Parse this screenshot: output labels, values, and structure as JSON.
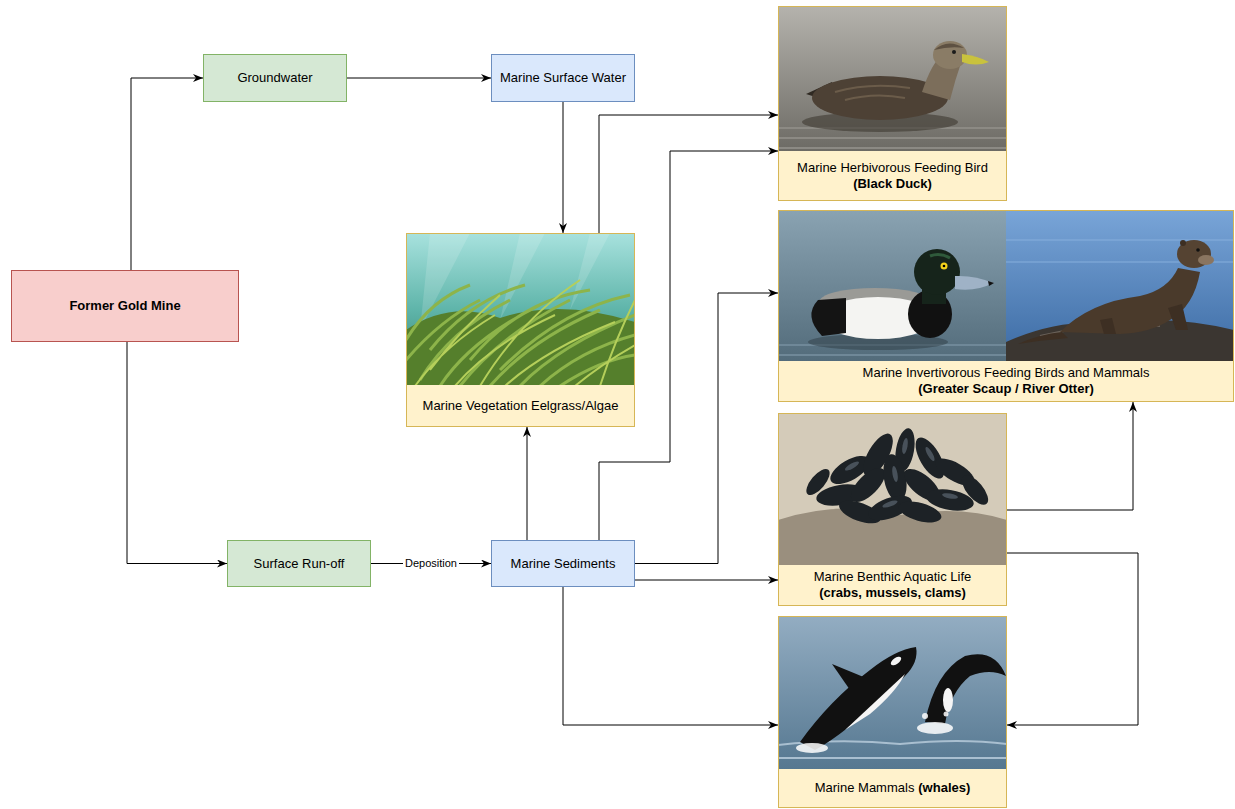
{
  "diagram": {
    "nodes": [
      {
        "text": [
          "Former Gold Mine"
        ]
      },
      {
        "text": [
          "Groundwater"
        ]
      },
      {
        "text": [
          "Marine Surface Water"
        ]
      },
      {
        "text": [
          "Marine Vegetation Eelgrass/Algae"
        ]
      },
      {
        "text": [
          "Surface Run-off"
        ]
      },
      {
        "text": [
          "Marine Sediments"
        ]
      },
      {
        "text": [
          "Marine Herbivorous Feeding Bird",
          "(Black Duck)"
        ]
      },
      {
        "text": [
          "Marine Invertivorous Feeding Birds and Mammals",
          "(Greater Scaup / River Otter)"
        ]
      },
      {
        "text": [
          "Marine Benthic Aquatic Life",
          "(crabs, mussels, clams)"
        ]
      },
      {
        "text": [
          "Marine Mammals",
          "(whales)"
        ]
      }
    ],
    "edges": [
      {
        "from": 0,
        "to": 1,
        "arrow": "to"
      },
      {
        "from": 1,
        "to": 2,
        "arrow": "to"
      },
      {
        "from": 2,
        "to": 3,
        "arrow": "to"
      },
      {
        "from": 0,
        "to": 4,
        "arrow": "to"
      },
      {
        "from": 4,
        "to": 5,
        "label": "Deposition",
        "arrow": "to"
      },
      {
        "from": 5,
        "to": 3,
        "arrow": "to"
      },
      {
        "from": 3,
        "to": 6,
        "arrow": "to"
      },
      {
        "from": 5,
        "to": 6,
        "arrow": "to"
      },
      {
        "from": 5,
        "to": 7,
        "arrow": "to"
      },
      {
        "from": 5,
        "to": 8,
        "arrow": "to"
      },
      {
        "from": 5,
        "to": 9,
        "arrow": "to"
      },
      {
        "from": 8,
        "to": 7,
        "arrow": "to"
      },
      {
        "from": 8,
        "to": 9,
        "arrow": "to"
      }
    ]
  }
}
